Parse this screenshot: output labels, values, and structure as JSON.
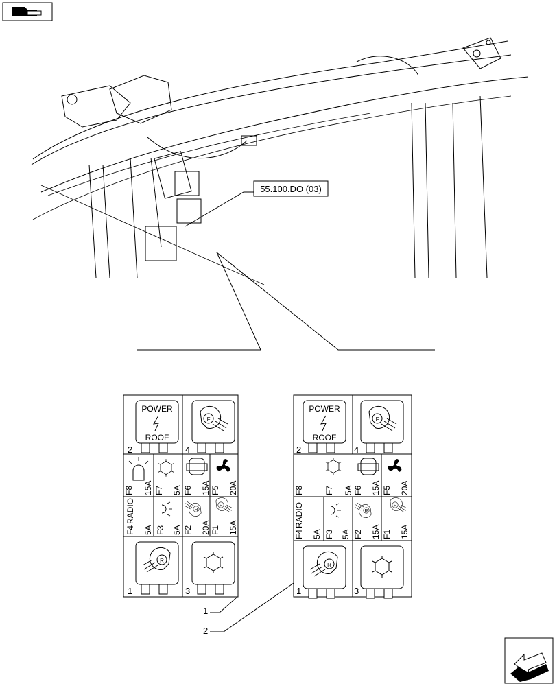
{
  "reference_label": "55.100.DO (03)",
  "callouts": {
    "one": "1",
    "two": "2"
  },
  "panel_left": {
    "relay_power_line1": "POWER",
    "relay_power_line2": "ROOF",
    "relay_numbers": {
      "power": "2",
      "front_light": "4",
      "rear_light": "1",
      "ac": "3"
    },
    "fuses": [
      {
        "id": "F8",
        "amps": "15A"
      },
      {
        "id": "F7",
        "amps": "5A"
      },
      {
        "id": "F6",
        "amps": "15A"
      },
      {
        "id": "F5",
        "amps": "20A"
      },
      {
        "id": "F4",
        "text": "RADIO",
        "amps": "5A"
      },
      {
        "id": "F3",
        "amps": "5A"
      },
      {
        "id": "F2",
        "amps": "20A"
      },
      {
        "id": "F1",
        "amps": "15A"
      }
    ]
  },
  "panel_right": {
    "relay_power_line1": "POWER",
    "relay_power_line2": "ROOF",
    "relay_numbers": {
      "power": "2",
      "front_light": "4",
      "rear_light": "1",
      "ac": "3"
    },
    "fuses": [
      {
        "id": "F8",
        "amps": ""
      },
      {
        "id": "F7",
        "amps": "5A"
      },
      {
        "id": "F6",
        "amps": "15A"
      },
      {
        "id": "F5",
        "amps": "20A"
      },
      {
        "id": "F4",
        "text": "RADIO",
        "amps": "5A"
      },
      {
        "id": "F3",
        "amps": "5A"
      },
      {
        "id": "F2",
        "amps": "15A"
      },
      {
        "id": "F1",
        "amps": "15A"
      }
    ]
  },
  "icons": {
    "top_left": "folder-hand-icon",
    "bottom_right": "next-page-arrow-icon"
  }
}
